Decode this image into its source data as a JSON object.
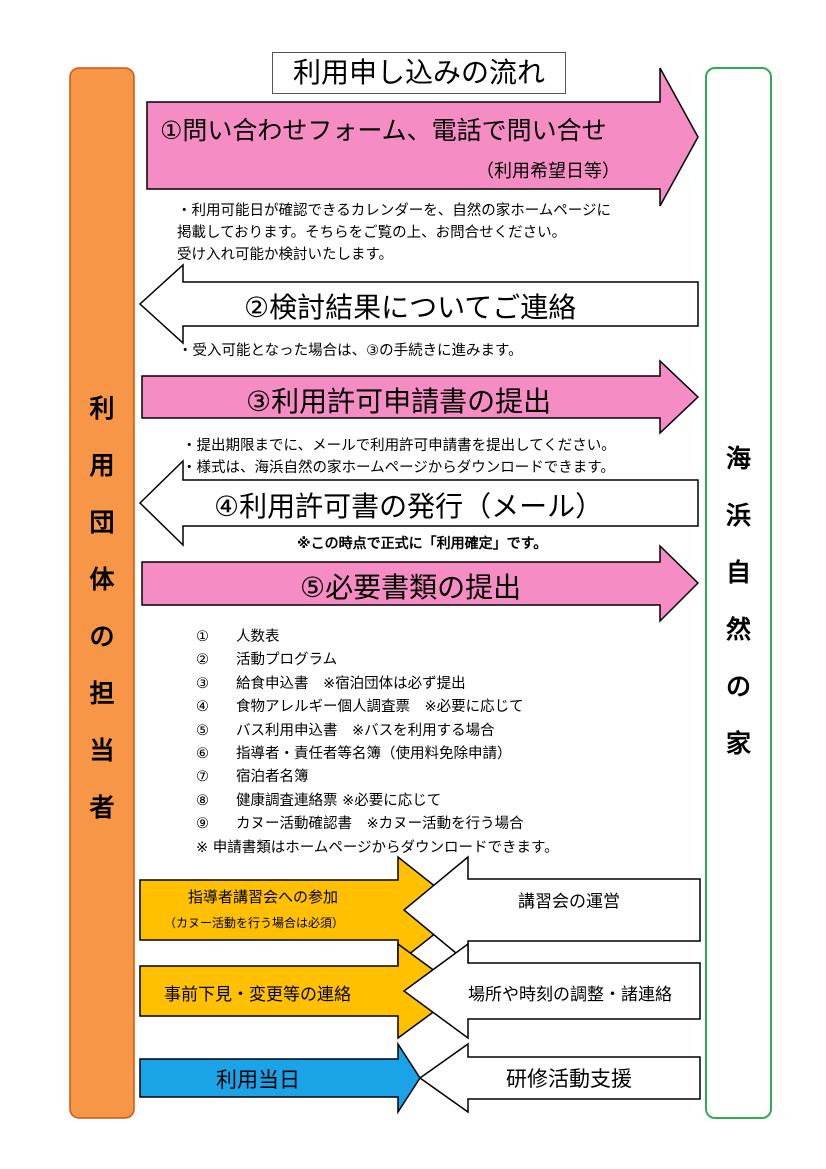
{
  "title": "利用申し込みの流れ",
  "left_column": {
    "chars": [
      "利",
      "用",
      "団",
      "体",
      "の",
      "担",
      "当",
      "者"
    ]
  },
  "right_column": {
    "chars": [
      "海",
      "浜",
      "自",
      "然",
      "の",
      "家"
    ]
  },
  "colors": {
    "left_column": "#F79646",
    "right_border": "#33AA55",
    "pink": "#F58CC4",
    "gold": "#FFC000",
    "blue": "#1AA3E6",
    "white": "#FFFFFF",
    "outline": "#000000"
  },
  "steps": {
    "s1": {
      "label": "①問い合わせフォーム、電話で問い合せ",
      "sub": "（利用希望日等）",
      "direction": "right"
    },
    "s2": {
      "label": "②検討結果についてご連絡",
      "direction": "left"
    },
    "s3": {
      "label": "③利用許可申請書の提出",
      "direction": "right"
    },
    "s4": {
      "label": "④利用許可書の発行（メール）",
      "direction": "left"
    },
    "s5": {
      "label": "⑤必要書類の提出",
      "direction": "right"
    }
  },
  "notes": {
    "n1": [
      "・利用可能日が確認できるカレンダーを、自然の家ホームページに",
      "掲載しております。そちらをご覧の上、お問合せください。",
      "受け入れ可能か検討いたします。"
    ],
    "n2": [
      "・受入可能となった場合は、③の手続きに進みます。"
    ],
    "n3": [
      "・提出期限までに、メールで利用許可申請書を提出してください。",
      "・様式は、海浜自然の家ホームページからダウンロードできます。"
    ],
    "n4": "※この時点で正式に「利用確定」です。"
  },
  "documents": [
    {
      "num": "①",
      "text": "人数表"
    },
    {
      "num": "②",
      "text": "活動プログラム"
    },
    {
      "num": "③",
      "text": "給食申込書　※宿泊団体は必ず提出"
    },
    {
      "num": "④",
      "text": "食物アレルギー個人調査票　※必要に応じて"
    },
    {
      "num": "⑤",
      "text": "バス利用申込書　※バスを利用する場合"
    },
    {
      "num": "⑥",
      "text": "指導者・責任者等名簿（使用料免除申請）"
    },
    {
      "num": "⑦",
      "text": "宿泊者名簿"
    },
    {
      "num": "⑧",
      "text": "健康調査連絡票 ※必要に応じて"
    },
    {
      "num": "⑨",
      "text": "カヌー活動確認書　※カヌー活動を行う場合"
    }
  ],
  "documents_note": "※ 申請書類はホームページからダウンロードできます。",
  "exchanges": {
    "e1": {
      "left": "指導者講習会への参加",
      "left_sub": "（カヌー活動を行う場合は必須）",
      "right": "講習会の運営"
    },
    "e2": {
      "left": "事前下見・変更等の連絡",
      "right": "場所や時刻の調整・諸連絡"
    },
    "e3": {
      "left": "利用当日",
      "right": "研修活動支援"
    }
  }
}
